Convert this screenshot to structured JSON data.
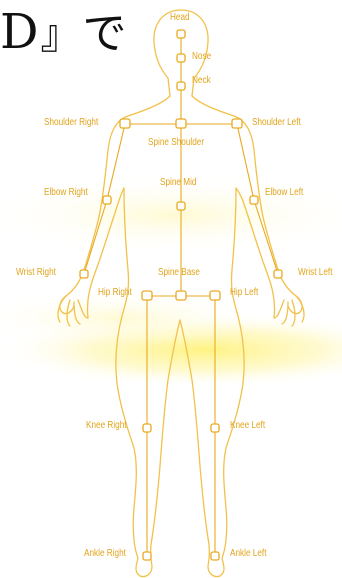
{
  "heading": {
    "letter": "D",
    "bracket": "』",
    "kana": "で"
  },
  "colors": {
    "outline": "#f2c14a",
    "joint": "#e9a920",
    "bone": "#e9a920",
    "label": "#e2a41c",
    "glow": "#fff07a"
  },
  "joints": {
    "head": "Head",
    "nose": "Nose",
    "neck": "Neck",
    "shoulder_right": "Shoulder Right",
    "shoulder_left": "Shoulder Left",
    "spine_shoulder": "Spine Shoulder",
    "spine_mid": "Spine Mid",
    "elbow_right": "Elbow Right",
    "elbow_left": "Elbow Left",
    "wrist_right": "Wrist Right",
    "wrist_left": "Wrist Left",
    "spine_base": "Spine Base",
    "hip_right": "Hip Right",
    "hip_left": "Hip Left",
    "knee_right": "Knee Right",
    "knee_left": "Knee Left",
    "ankle_right": "Ankle Right",
    "ankle_left": "Ankle Left"
  }
}
